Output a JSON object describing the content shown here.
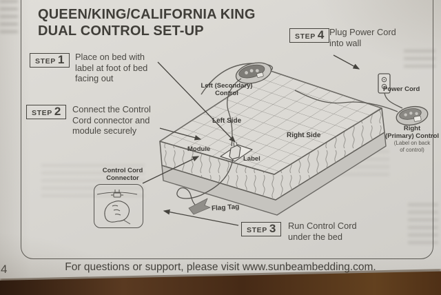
{
  "colors": {
    "paper": "#d8d6d1",
    "ink": "#45433e",
    "diagram_line": "#5a5853",
    "wood": "#4f3016"
  },
  "title": {
    "lines": [
      "QUEEN/KING/CALIFORNIA KING",
      "DUAL CONTROL SET-UP"
    ]
  },
  "steps": [
    {
      "word": "STEP",
      "num": "1",
      "lines": [
        "Place on bed with",
        "label at foot of bed",
        "facing out"
      ]
    },
    {
      "word": "STEP",
      "num": "2",
      "lines": [
        "Connect the Control",
        "Cord connector and",
        "module securely"
      ]
    },
    {
      "word": "STEP",
      "num": "3",
      "lines": [
        "Run Control Cord",
        "under the bed"
      ]
    },
    {
      "word": "STEP",
      "num": "4",
      "lines": [
        "Plug Power Cord",
        "into wall"
      ]
    }
  ],
  "diagram": {
    "left_control": {
      "lines": [
        "Left (Secondary)",
        "Control"
      ]
    },
    "left_side": "Left Side",
    "right_side": "Right Side",
    "module": "Module",
    "label": "Label",
    "flag_tag": "Flag Tag",
    "power_cord": "Power Cord",
    "right_control": {
      "lines": [
        "Right",
        "(Primary) Control",
        "(Label on back",
        "of control)"
      ]
    },
    "connector": {
      "lines": [
        "Control Cord",
        "Connector"
      ]
    }
  },
  "footer": {
    "page_number": "4",
    "support_text": "For questions or support, please visit www.sunbeambedding.com."
  }
}
